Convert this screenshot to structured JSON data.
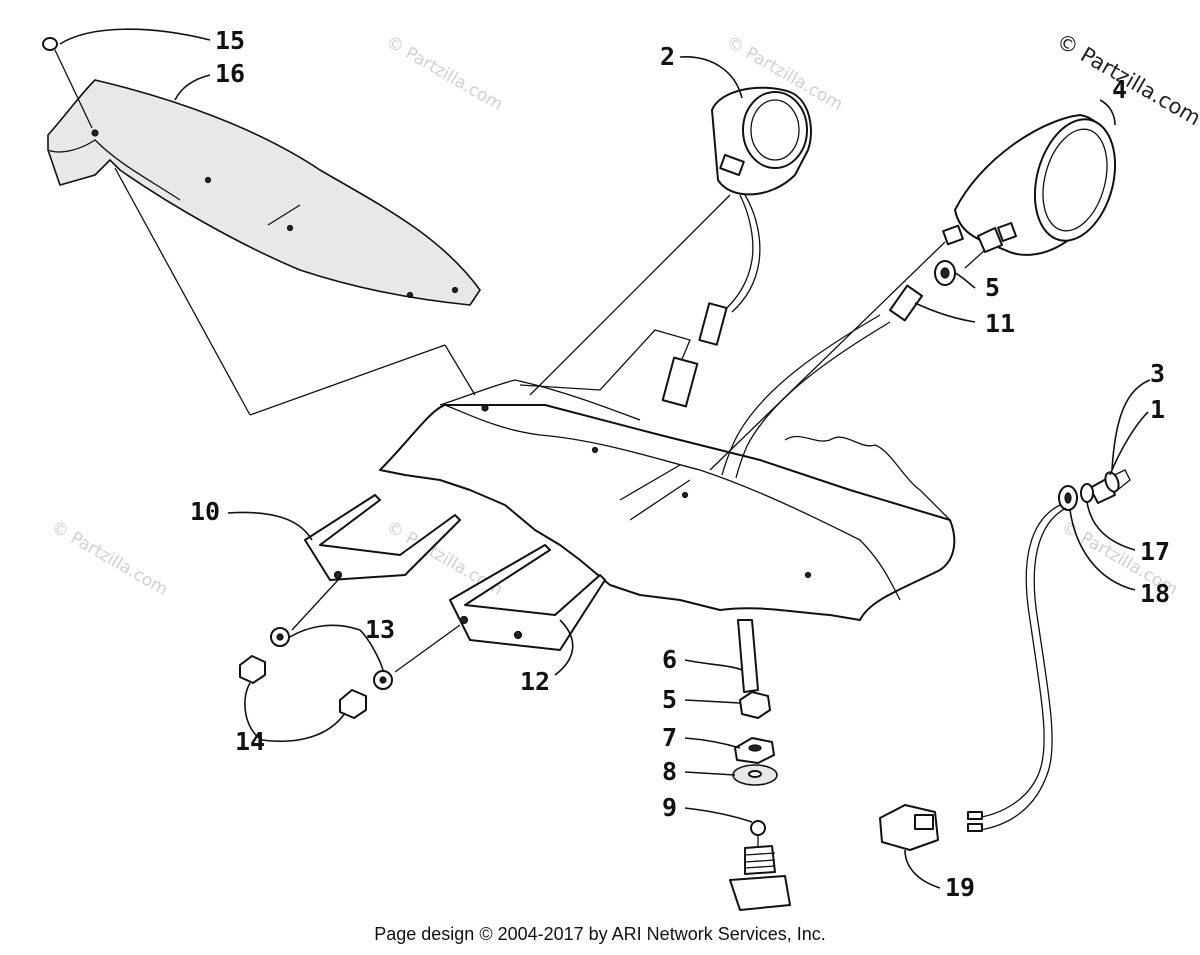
{
  "diagram": {
    "callouts": [
      {
        "id": "15",
        "label": "15"
      },
      {
        "id": "16",
        "label": "16"
      },
      {
        "id": "2",
        "label": "2"
      },
      {
        "id": "4",
        "label": "4"
      },
      {
        "id": "5a",
        "label": "5"
      },
      {
        "id": "11",
        "label": "11"
      },
      {
        "id": "3",
        "label": "3"
      },
      {
        "id": "1",
        "label": "1"
      },
      {
        "id": "17",
        "label": "17"
      },
      {
        "id": "18",
        "label": "18"
      },
      {
        "id": "10",
        "label": "10"
      },
      {
        "id": "13",
        "label": "13"
      },
      {
        "id": "12",
        "label": "12"
      },
      {
        "id": "14",
        "label": "14"
      },
      {
        "id": "6",
        "label": "6"
      },
      {
        "id": "5b",
        "label": "5"
      },
      {
        "id": "7",
        "label": "7"
      },
      {
        "id": "8",
        "label": "8"
      },
      {
        "id": "9",
        "label": "9"
      },
      {
        "id": "19",
        "label": "19"
      }
    ],
    "watermark_corner": "© Partzilla.com",
    "watermark": "© Partzilla.com"
  },
  "footer": {
    "copyright": "Page design © 2004-2017 by ARI Network Services, Inc."
  }
}
